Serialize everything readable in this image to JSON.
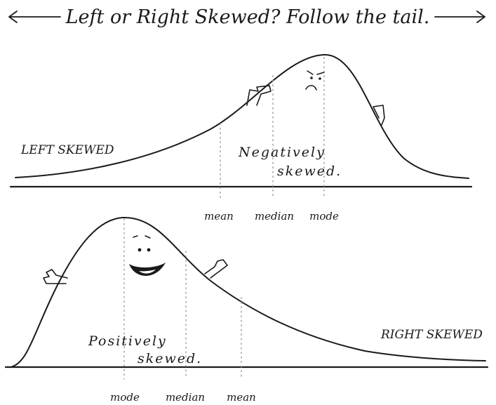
{
  "title": "Left or Right Skewed? Follow the tail.",
  "colors": {
    "ink": "#1a1a1a",
    "guide": "#9a9a9a",
    "background": "#ffffff"
  },
  "left_panel": {
    "label": "LEFT SKEWED",
    "caption_line1": "Negatively",
    "caption_line2": "skewed.",
    "markers": [
      "mean",
      "median",
      "mode"
    ],
    "face": "frowning-face-icon"
  },
  "right_panel": {
    "label": "RIGHT SKEWED",
    "caption_line1": "Positively",
    "caption_line2": "skewed.",
    "markers": [
      "mode",
      "median",
      "mean"
    ],
    "face": "smiling-face-icon"
  }
}
